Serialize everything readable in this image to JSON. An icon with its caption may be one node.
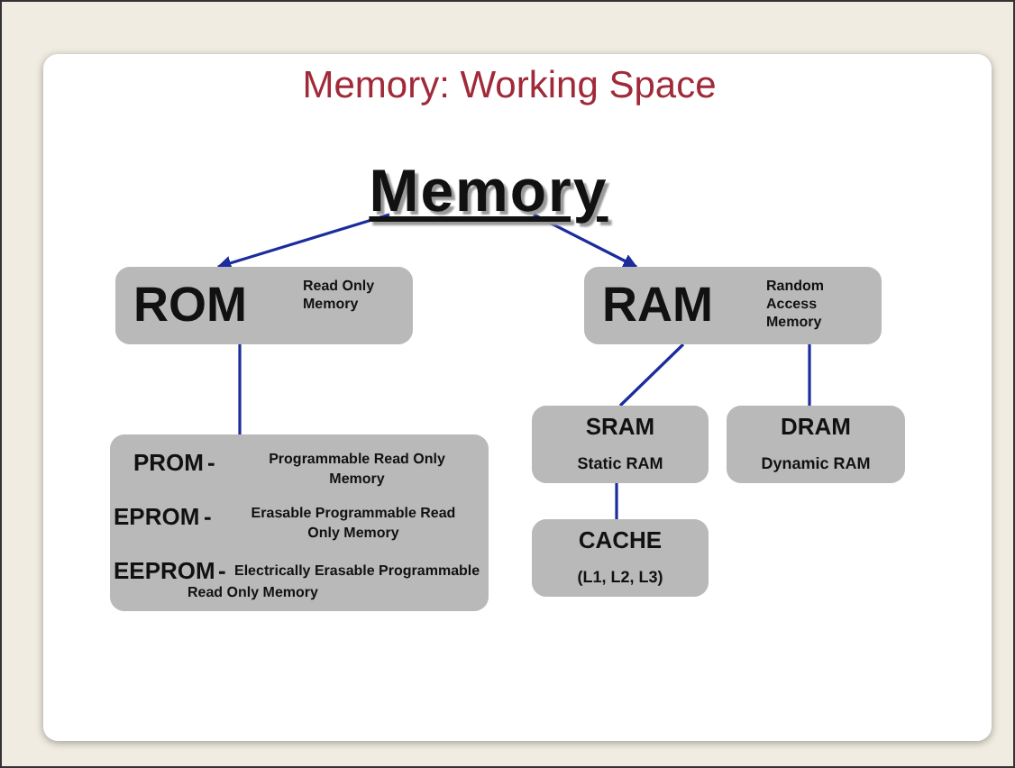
{
  "diagram": {
    "title": "Memory: Working Space",
    "nodes": [
      {
        "text": [
          "Memory"
        ]
      },
      {
        "text": [
          "ROM",
          "Read Only Memory"
        ]
      },
      {
        "text": [
          "RAM",
          "Random Access Memory"
        ]
      },
      {
        "text": [
          "PROM",
          "-",
          "Programmable Read Only Memory",
          "EPROM",
          "-",
          "Erasable Programmable Read Only Memory",
          "EEPROM",
          "-",
          "Electrically Erasable Programmable Read Only Memory"
        ]
      },
      {
        "text": [
          "SRAM",
          "Static RAM"
        ]
      },
      {
        "text": [
          "DRAM",
          "Dynamic RAM"
        ]
      },
      {
        "text": [
          "CACHE",
          "(L1, L2, L3)"
        ]
      }
    ],
    "edges": [
      {
        "from": 0,
        "to": 1,
        "arrow": "to"
      },
      {
        "from": 0,
        "to": 2,
        "arrow": "to"
      },
      {
        "from": 1,
        "to": 3,
        "arrow": "none"
      },
      {
        "from": 2,
        "to": 4,
        "arrow": "none"
      },
      {
        "from": 2,
        "to": 5,
        "arrow": "none"
      },
      {
        "from": 4,
        "to": 6,
        "arrow": "none"
      }
    ]
  }
}
